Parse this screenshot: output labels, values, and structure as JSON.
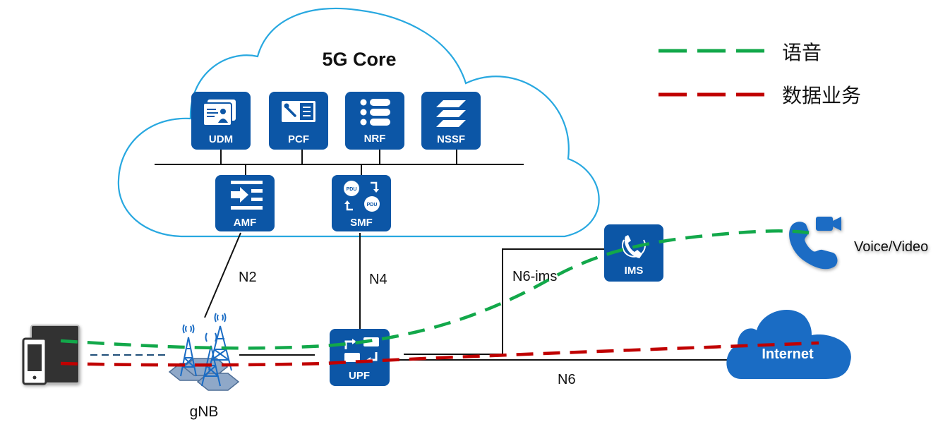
{
  "diagram": {
    "title": "5G Core",
    "colors": {
      "nf_box": "#0C56A6",
      "cloud_outline": "#28A8E0",
      "voice_line": "#12A84A",
      "data_line": "#C00000",
      "internet_cloud": "#1A6CC4",
      "phone_icon": "#1A6CC4",
      "tower": "#1A6CC4",
      "tower_base": "#7E9CC0",
      "device": "#333333"
    },
    "legend": [
      {
        "label": "语音",
        "color": "#12A84A",
        "style": "dashed"
      },
      {
        "label": "数据业务",
        "color": "#C00000",
        "style": "dashed"
      }
    ],
    "core_functions": [
      {
        "id": "udm",
        "label": "UDM",
        "icon": "subscriber-card-icon"
      },
      {
        "id": "pcf",
        "label": "PCF",
        "icon": "policy-wrench-icon"
      },
      {
        "id": "nrf",
        "label": "NRF",
        "icon": "repository-list-icon"
      },
      {
        "id": "nssf",
        "label": "NSSF",
        "icon": "slice-layers-icon"
      },
      {
        "id": "amf",
        "label": "AMF",
        "icon": "access-arrow-icon"
      },
      {
        "id": "smf",
        "label": "SMF",
        "icon": "pdu-session-icon",
        "icon_text": "PDU"
      }
    ],
    "nodes": {
      "upf": {
        "label": "UPF",
        "icon": "forwarding-icon"
      },
      "ims": {
        "label": "IMS",
        "icon": "phone-call-icon"
      },
      "gnb": {
        "label": "gNB"
      },
      "internet": {
        "label": "Internet"
      },
      "voice_video": {
        "label": "Voice/Video"
      },
      "ue": {
        "label": ""
      }
    },
    "interfaces": [
      {
        "id": "n2",
        "label": "N2",
        "from": "AMF",
        "to": "gNB"
      },
      {
        "id": "n4",
        "label": "N4",
        "from": "SMF",
        "to": "UPF"
      },
      {
        "id": "n6ims",
        "label": "N6-ims",
        "from": "UPF",
        "to": "IMS"
      },
      {
        "id": "n6",
        "label": "N6",
        "from": "UPF",
        "to": "Internet"
      }
    ]
  }
}
